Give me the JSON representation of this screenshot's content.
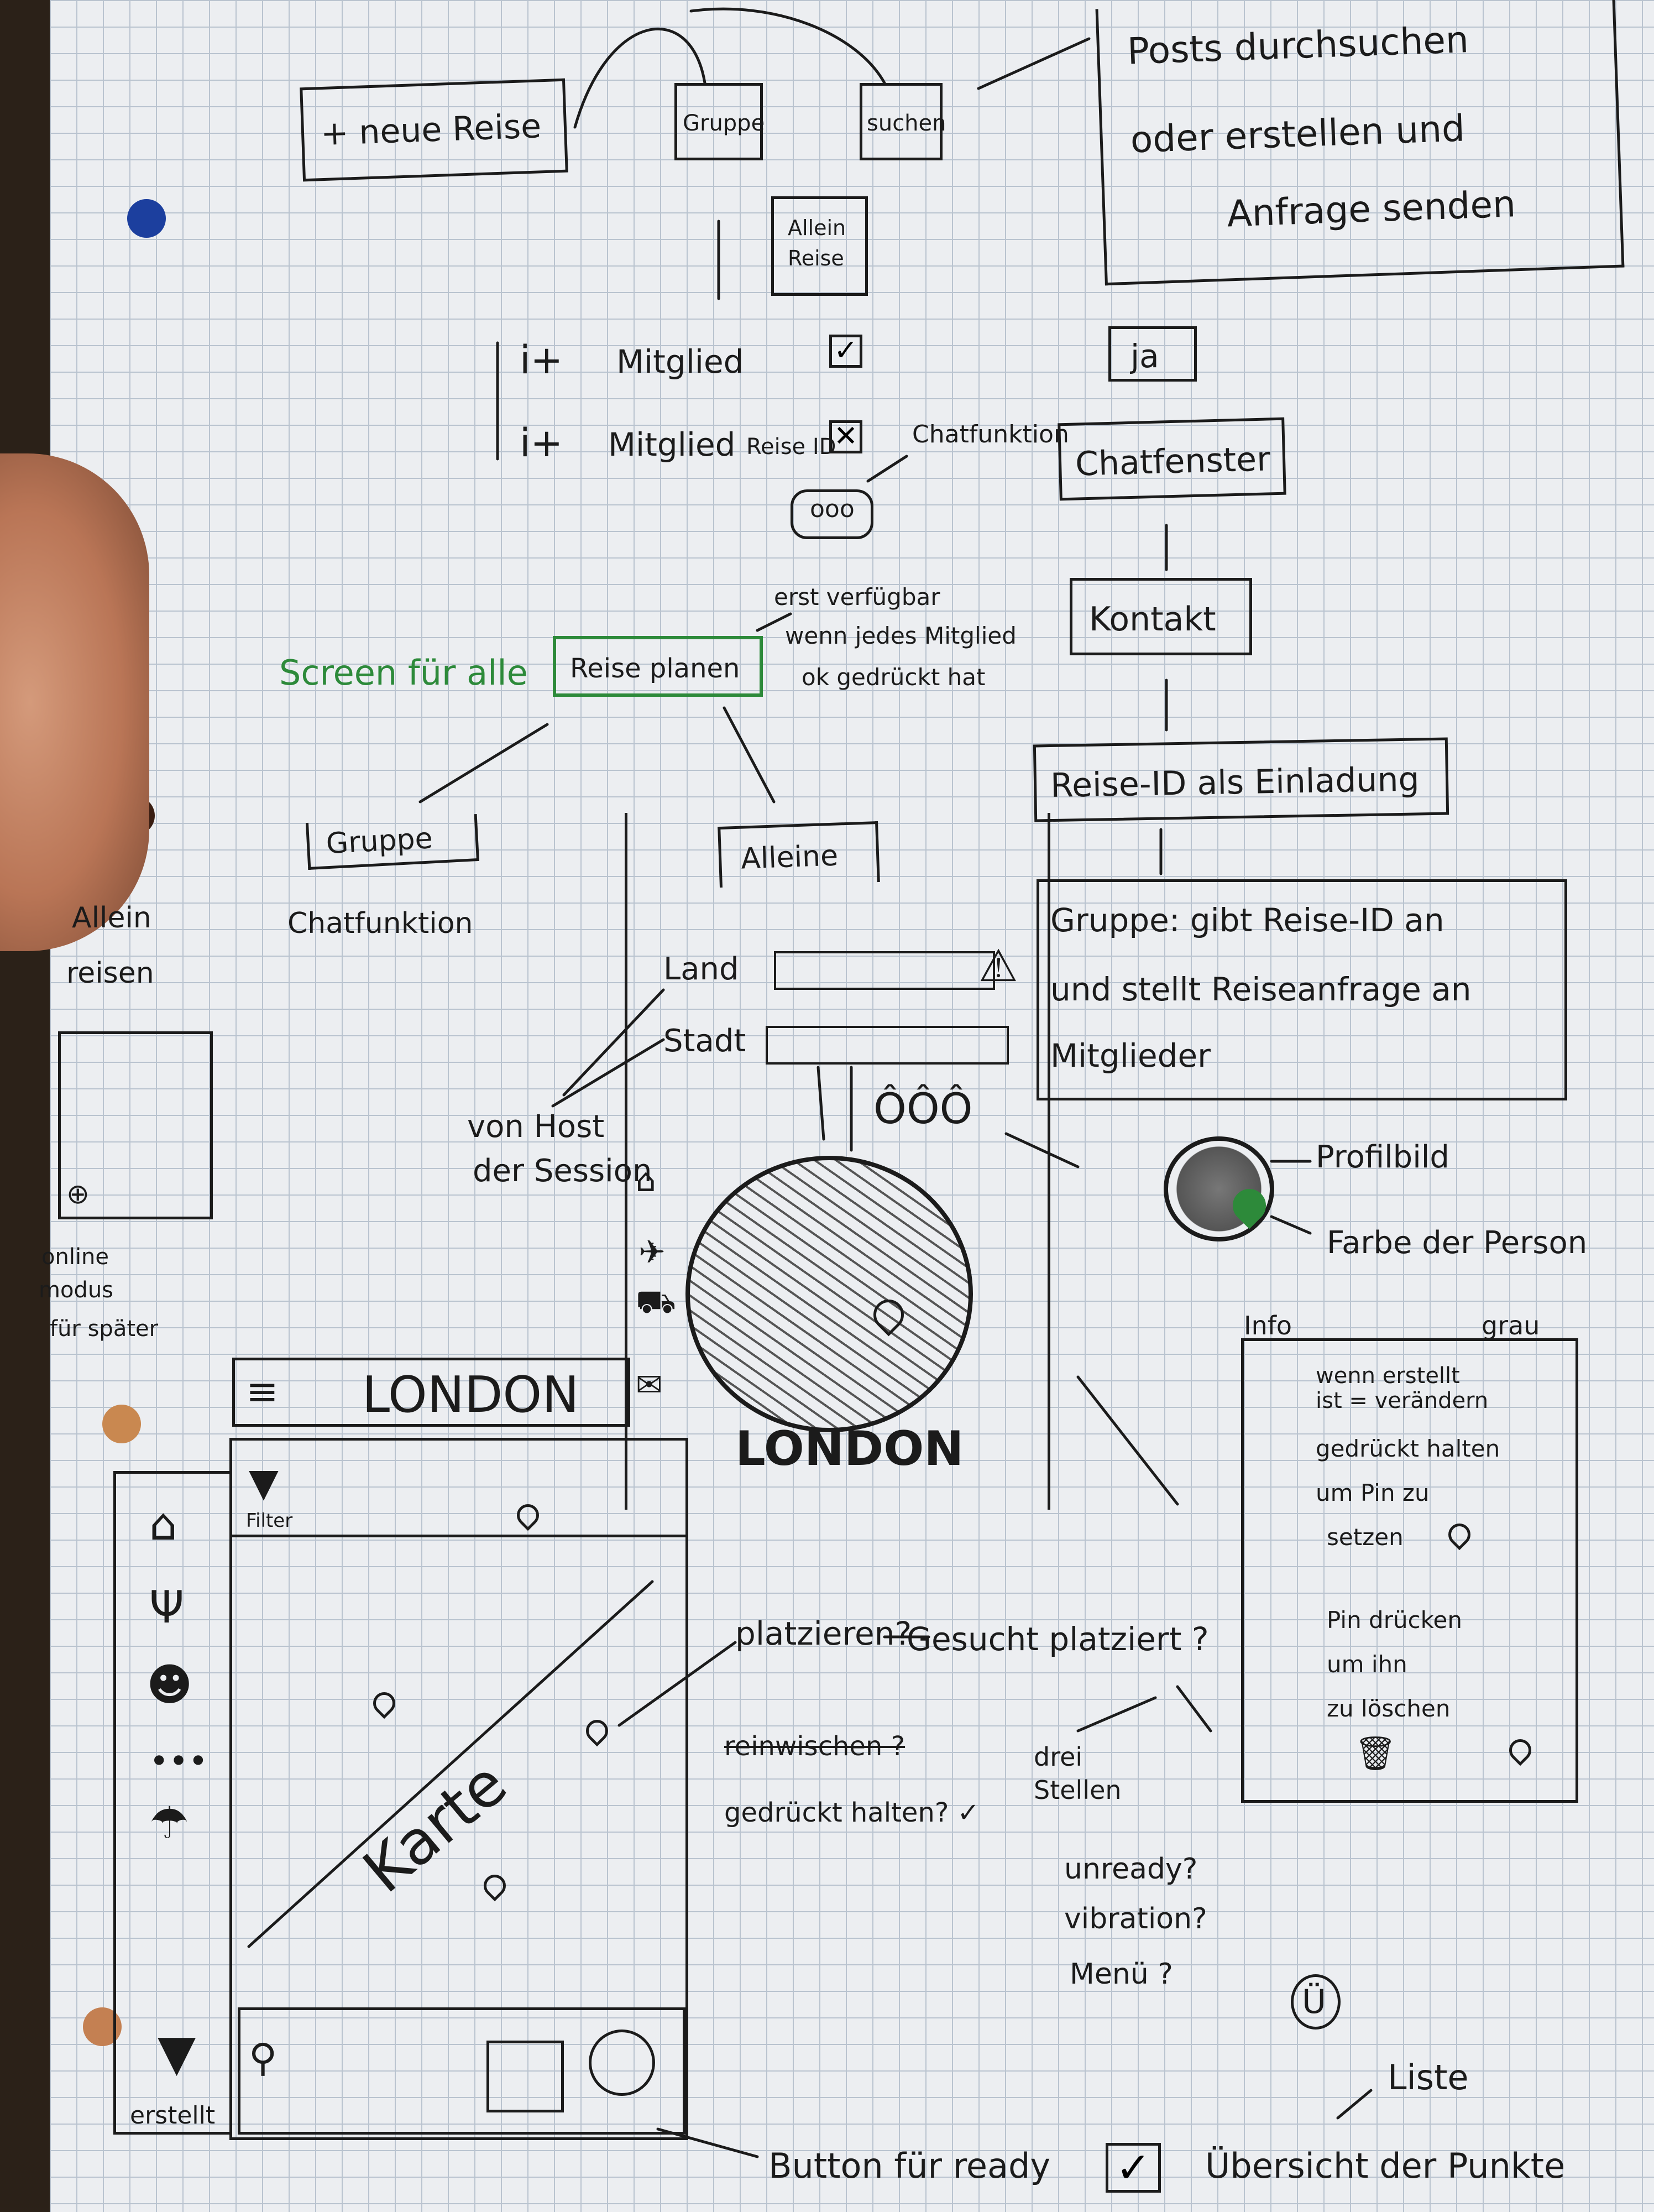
{
  "top_flow": {
    "new_trip": "+ neue Reise",
    "group": "Gruppe",
    "search": "suchen",
    "posts_box": [
      "Posts durchsuchen",
      "oder erstellen und",
      "Anfrage senden"
    ],
    "alone_trip": [
      "Allein",
      "Reise"
    ],
    "yes": "ja",
    "chat_window": "Chatfenster",
    "contact": "Kontakt",
    "trip_id_invite": "Reise-ID als Einladung",
    "group_note": [
      "Gruppe: gibt Reise-ID an",
      "und stellt Reiseanfrage an",
      "Mitglieder"
    ]
  },
  "members": {
    "member_1": "Mitglied",
    "member_2": "Mitglied",
    "trip_id": "Reise ID",
    "chat_label": "Chatfunktion",
    "chat_bubble": "ooo"
  },
  "plan": {
    "plan_button": "Reise planen",
    "screen_for_all": "Screen für alle",
    "note": [
      "erst verfügbar",
      "wenn jedes Mitglied",
      "ok gedrückt hat"
    ],
    "group_tab": "Gruppe",
    "chat_function": "Chatfunktion",
    "alone_trip": [
      "Allein",
      "reisen"
    ],
    "online_note": [
      "online",
      "modus",
      "für später"
    ]
  },
  "phone_screen": {
    "tab": "Alleine",
    "country": "Land",
    "city": "Stadt",
    "host_note": [
      "von Host",
      "der Session"
    ],
    "city_name": "LONDON",
    "profile": "Profilbild",
    "person_color": "Farbe der Person"
  },
  "map_screen": {
    "title": "LONDON",
    "filter": "Filter",
    "map_label": "Karte",
    "create": "erstellt",
    "button_ready": "Button für ready",
    "overview": "Übersicht der Punkte",
    "list": "Liste"
  },
  "notes": {
    "place": "platzieren?",
    "reached": "Gesucht platziert ?",
    "cross_out": "reinwischen ?",
    "pressed": "gedrückt halten? ✓",
    "three_times": [
      "drei",
      "Stellen"
    ],
    "questions": [
      "unready?",
      "vibration?",
      "Menü ?"
    ]
  },
  "info_panel": {
    "info": "Info",
    "grey": "grau",
    "lines": [
      "wenn erstellt",
      "ist = verändern",
      "gedrückt halten",
      "um Pin zu",
      "setzen"
    ],
    "lines2": [
      "Pin drücken",
      "um ihn",
      "zu löschen"
    ]
  }
}
